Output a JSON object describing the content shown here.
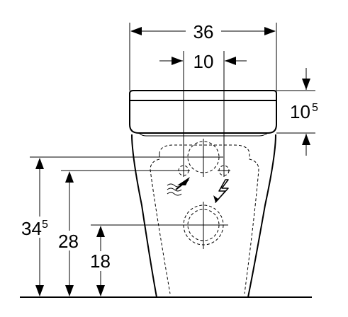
{
  "dimensions": {
    "overall_width": {
      "main": "36",
      "sup": ""
    },
    "connection_spacing": {
      "main": "10",
      "sup": ""
    },
    "seat_height": {
      "main": "10",
      "sup": "5"
    },
    "total_height": {
      "main": "34",
      "sup": "5"
    },
    "supply_height": {
      "main": "28",
      "sup": ""
    },
    "drain_height": {
      "main": "18",
      "sup": ""
    }
  },
  "icons": {
    "water_supply": "water-supply-icon",
    "electrical": "electrical-icon"
  }
}
